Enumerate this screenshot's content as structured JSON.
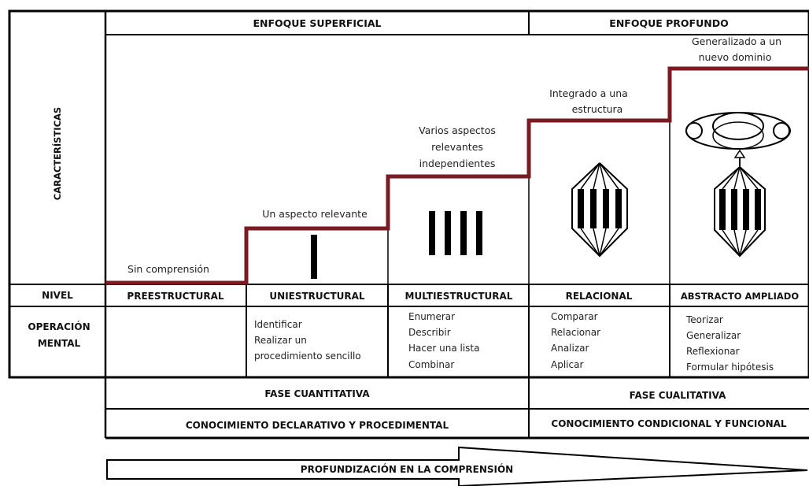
{
  "header": {
    "superficial": "ENFOQUE SUPERFICIAL",
    "profundo": "ENFOQUE PROFUNDO"
  },
  "row_labels": {
    "caracteristicas": "CARACTERÍSTICAS",
    "nivel": "NIVEL",
    "operacion_line1": "OPERACIÓN",
    "operacion_line2": "MENTAL"
  },
  "characteristics": {
    "preestructural": [
      "Sin comprensión"
    ],
    "uniestructural": [
      "Un aspecto relevante"
    ],
    "multiestructural": [
      "Varios aspectos",
      "relevantes",
      "independientes"
    ],
    "relacional": [
      "Integrado a una",
      "estructura"
    ],
    "abstracto": [
      "Generalizado a un",
      "nuevo  dominio"
    ]
  },
  "levels": [
    "PREESTRUCTURAL",
    "UNIESTRUCTURAL",
    "MULTIESTRUCTURAL",
    "RELACIONAL",
    "ABSTRACTO AMPLIADO"
  ],
  "operations": {
    "uniestructural": [
      "Identificar",
      "Realizar un",
      "procedimiento sencillo"
    ],
    "multiestructural": [
      "Enumerar",
      "Describir",
      "Hacer una lista",
      "Combinar"
    ],
    "relacional": [
      "Comparar",
      "Relacionar",
      "Analizar",
      "Aplicar"
    ],
    "abstracto": [
      "Teorizar",
      "Generalizar",
      "Reflexionar",
      "Formular hipótesis"
    ]
  },
  "phases": {
    "cuantitativa": "FASE CUANTITATIVA",
    "cualitativa": "FASE CUALITATIVA"
  },
  "knowledge": {
    "declarativo": "CONOCIMIENTO DECLARATIVO Y PROCEDIMENTAL",
    "condicional": "CONOCIMIENTO CONDICIONAL Y FUNCIONAL"
  },
  "arrow_label": "PROFUNDIZACIÓN EN LA COMPRENSIÓN",
  "colors": {
    "staircase": "#7a1a22",
    "lines": "#000000"
  }
}
